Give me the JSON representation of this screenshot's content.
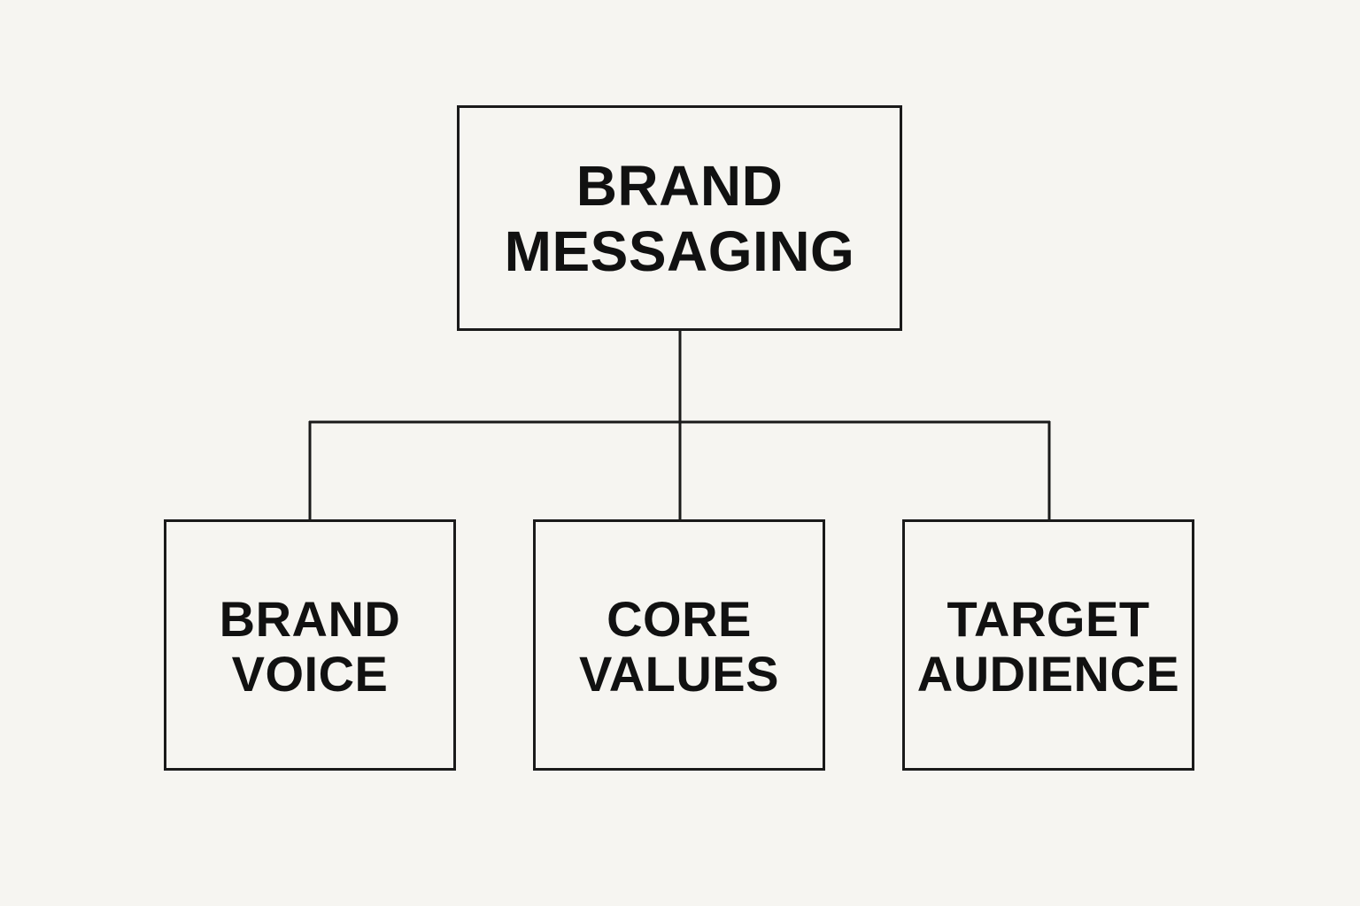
{
  "diagram": {
    "root": {
      "label": "BRAND\nMESSAGING"
    },
    "children": [
      {
        "label": "BRAND\nVOICE"
      },
      {
        "label": "CORE\nVALUES"
      },
      {
        "label": "TARGET\nAUDIENCE"
      }
    ],
    "colors": {
      "background": "#f6f5f1",
      "stroke": "#1a1a1a",
      "text": "#111111"
    }
  }
}
